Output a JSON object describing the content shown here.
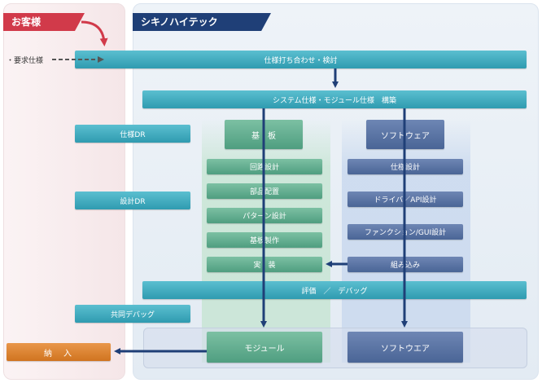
{
  "headers": {
    "customer": "お客様",
    "company": "シキノハイテック"
  },
  "customer": {
    "request": "・要求仕様",
    "spec_dr": "仕様DR",
    "design_dr": "設計DR",
    "joint_debug": "共同デバッグ",
    "delivery": "納　入"
  },
  "flow": {
    "spec_meeting": "仕様打ち合わせ・検討",
    "system_build": "システム仕様・モジュール仕様　構築",
    "evaluation": "評価　／　デバッグ"
  },
  "board": {
    "title": "基　板",
    "steps": [
      "回路設計",
      "部品配置",
      "パターン設計",
      "基板製作",
      "実　装"
    ],
    "output": "モジュール"
  },
  "software": {
    "title": "ソフトウェア",
    "steps": [
      "仕様設計",
      "ドライバ／API設計",
      "ファンクション/GUI設計",
      "組み込み"
    ],
    "output": "ソフトウエア"
  },
  "colors": {
    "customer_header": "#d13a4a",
    "company_header": "#1f3f77",
    "process_bar": "#3aa8bc",
    "board_bar": "#5fae8e",
    "software_bar": "#58719f",
    "delivery_bar": "#df8431",
    "arrow": "#1f3f77"
  }
}
